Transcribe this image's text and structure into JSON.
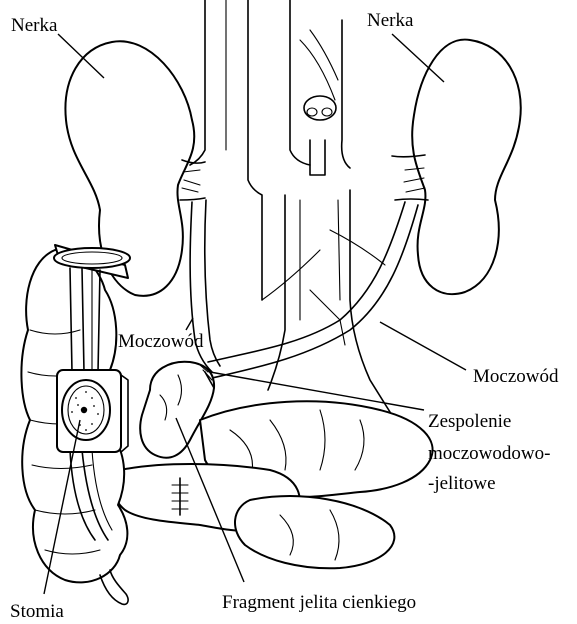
{
  "labels": {
    "kidney_left": "Nerka",
    "kidney_right": "Nerka",
    "ureter_left": "Moczowód",
    "ureter_right": "Moczowód",
    "anastomosis_line1": "Zespolenie",
    "anastomosis_line2": "moczowodowo-",
    "anastomosis_line3": "-jelitowe",
    "stoma": "Stomia",
    "ileal_segment": "Fragment jelita cienkiego"
  }
}
